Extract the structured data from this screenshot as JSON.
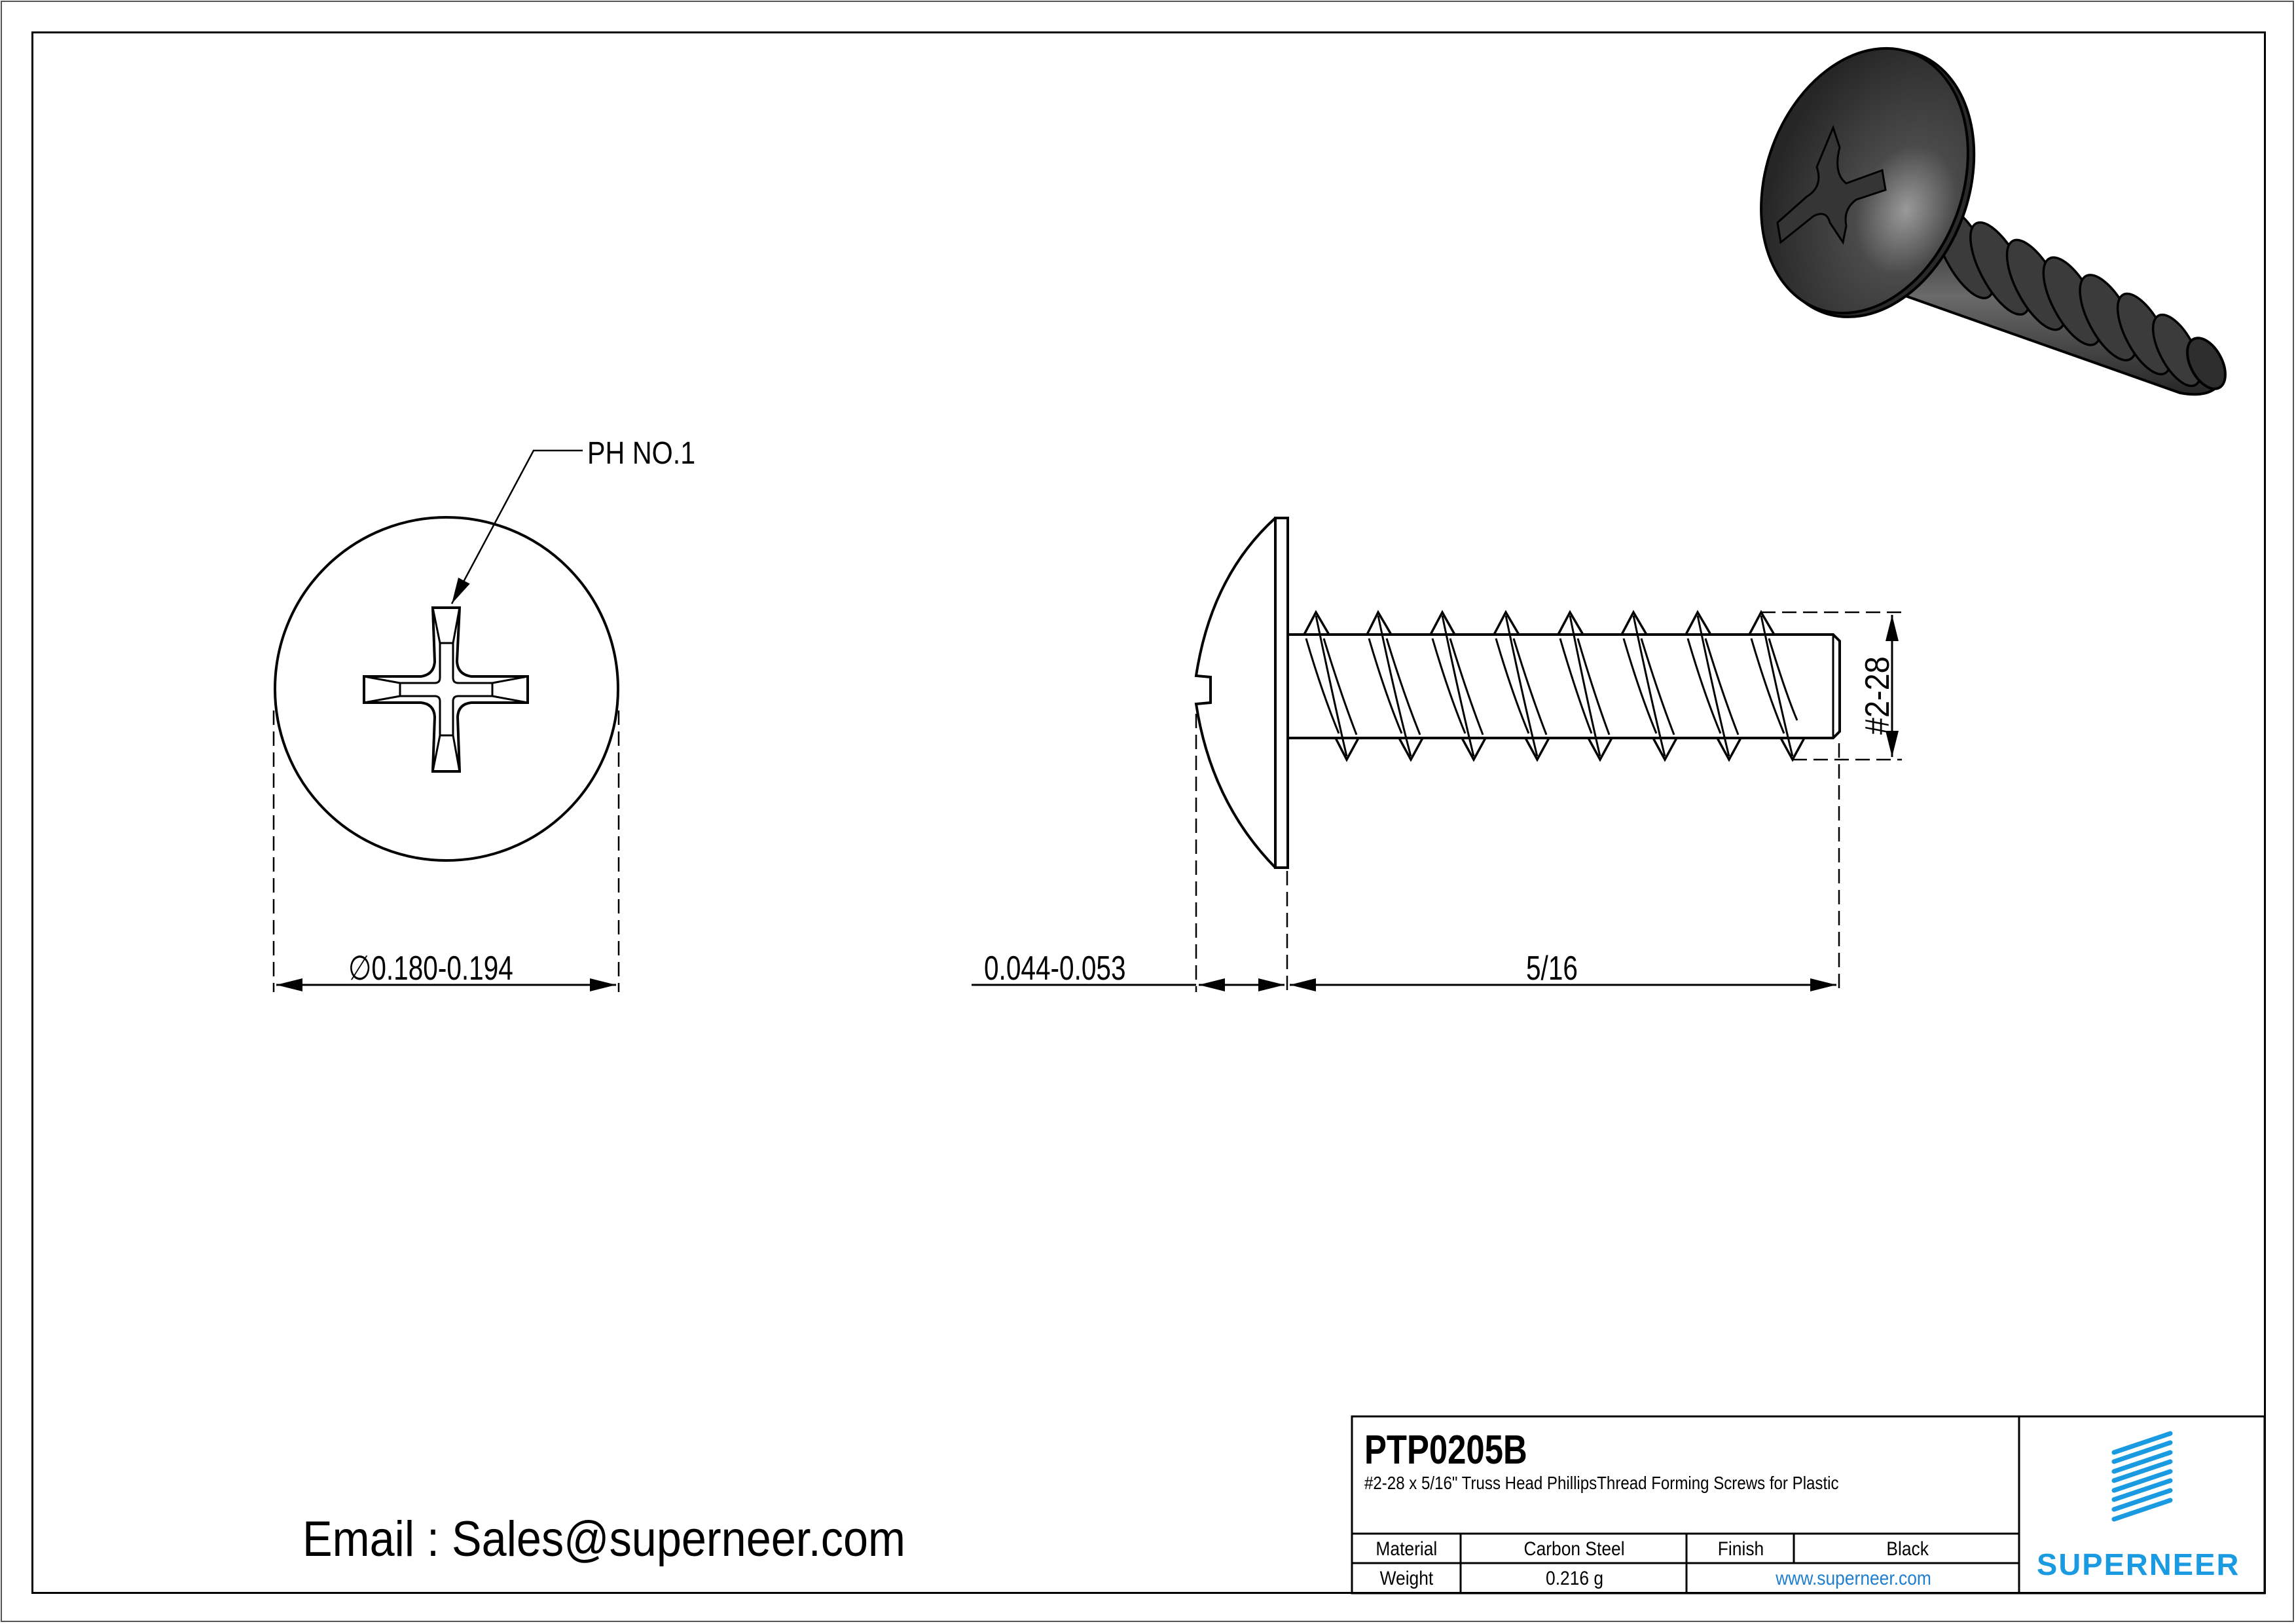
{
  "drawing": {
    "type": "technical-drawing",
    "subject": "Truss head Phillips thread forming screw"
  },
  "annotations": {
    "drive_callout": "PH NO.1",
    "head_diameter": "0.180-0.194",
    "diameter_symbol": "∅",
    "head_height": "0.044-0.053",
    "length": "5/16",
    "thread_size": "#2-28"
  },
  "contact": {
    "email_line": "Email : Sales@superneer.com"
  },
  "title_block": {
    "part_number": "PTP0205B",
    "description": "#2-28 x 5/16\" Truss Head PhillipsThread Forming  Screws for Plastic",
    "material_label": "Material",
    "material_value": "Carbon Steel",
    "finish_label": "Finish",
    "finish_value": "Black",
    "weight_label": "Weight",
    "weight_value": "0.216 g",
    "website": "www.superneer.com",
    "brand": "SUPERNEER"
  },
  "colors": {
    "line": "#000000",
    "brand_blue": "#1a9ae0",
    "link_blue": "#1f7fcf",
    "render_dark": "#3a3a3a"
  }
}
